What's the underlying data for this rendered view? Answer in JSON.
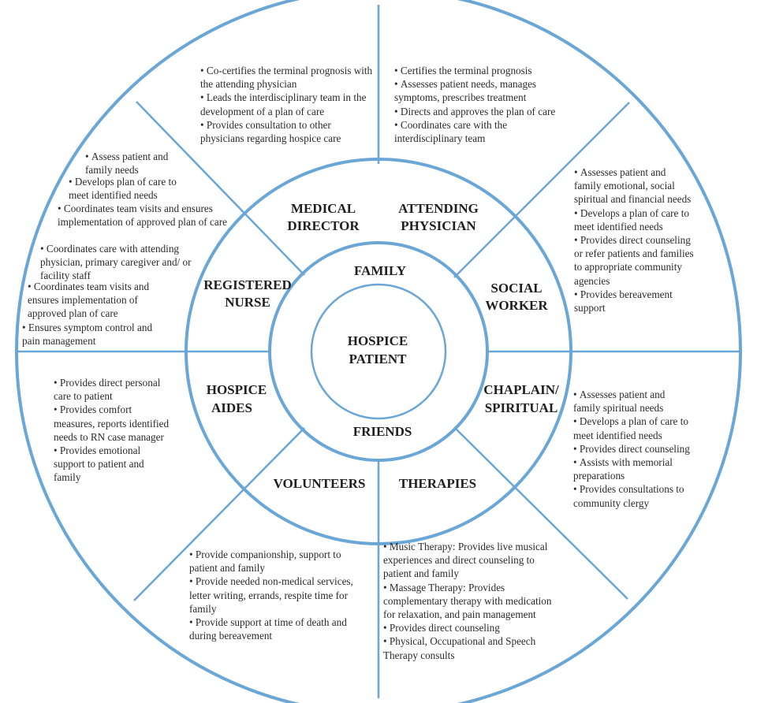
{
  "colors": {
    "ring": "#6aa6d6",
    "background": "#ffffff",
    "text": "#222222"
  },
  "center": {
    "line1": "HOSPICE",
    "line2": "PATIENT"
  },
  "inner_ring": {
    "top": "FAMILY",
    "bottom": "FRIENDS"
  },
  "roles": {
    "medical_director": {
      "line1": "MEDICAL",
      "line2": "DIRECTOR"
    },
    "attending_physician": {
      "line1": "ATTENDING",
      "line2": "PHYSICIAN"
    },
    "social_worker": {
      "line1": "SOCIAL",
      "line2": "WORKER"
    },
    "chaplain": {
      "line1": "CHAPLAIN/",
      "line2": "SPIRITUAL"
    },
    "therapies": {
      "line1": "THERAPIES"
    },
    "volunteers": {
      "line1": "VOLUNTEERS"
    },
    "hospice_aides": {
      "line1": "HOSPICE",
      "line2": "AIDES"
    },
    "registered_nurse": {
      "line1": "REGISTERED",
      "line2": "NURSE"
    }
  },
  "duties": {
    "medical_director": [
      "Co-certifies the terminal prognosis with the attending physician",
      "Leads the interdisciplinary team in the development of a plan of care",
      "Provides consultation to other physicians regarding hospice care"
    ],
    "attending_physician": [
      "Certifies the terminal prognosis",
      "Assesses patient needs, manages symptoms, prescribes treatment",
      "Directs and approves the plan of care",
      "Coordinates care with the interdisciplinary team"
    ],
    "social_worker": [
      "Assesses patient and family emotional, social spiritual and financial needs",
      "Develops a plan of care to meet identified needs",
      "Provides direct counseling or refer patients and families to appropriate community agencies",
      "Provides bereavement support"
    ],
    "chaplain": [
      "Assesses patient and family spiritual needs",
      "Develops a plan of care to meet identified needs",
      "Provides direct counseling",
      "Assists with memorial preparations",
      "Provides consultations to community clergy"
    ],
    "therapies": [
      "Music Therapy:  Provides live musical experiences and direct counseling to patient and family",
      "Massage Therapy:  Provides complementary therapy with medication for relaxation, and pain management",
      "Provides direct counseling",
      "Physical, Occupational and Speech Therapy consults"
    ],
    "volunteers": [
      "Provide companionship, support to patient and family",
      "Provide needed non-medical services, letter writing, errands, respite time for family",
      "Provide support at time of death and during bereavement"
    ],
    "hospice_aides": [
      "Provides direct personal care to patient",
      "Provides comfort measures, reports identified needs to RN case manager",
      "Provides emotional support to patient and family"
    ],
    "registered_nurse": [
      "Assess patient and family needs",
      "Develops plan of care to meet identified needs",
      "Coordinates team visits and ensures implementation of approved plan of care",
      "Coordinates care with attending physician, primary caregiver and/ or facility staff",
      "Coordinates team visits and ensures implementation of approved plan of care",
      "Ensures symptom control and pain management"
    ]
  }
}
